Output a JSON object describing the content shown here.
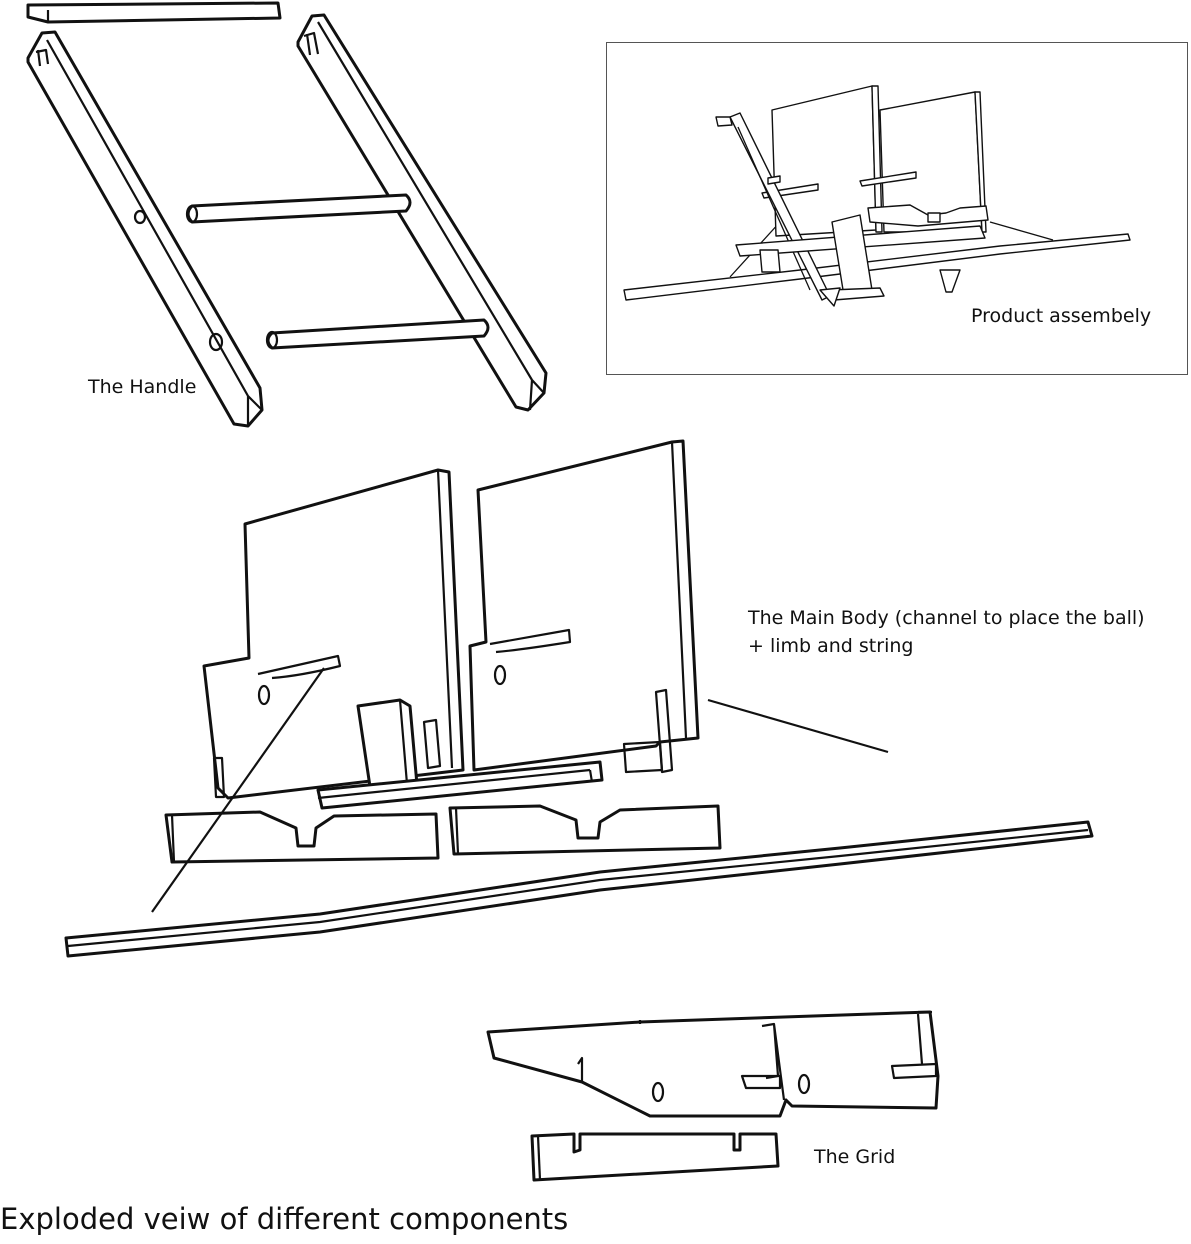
{
  "figure": {
    "caption": "Exploded veiw of different components",
    "components": [
      {
        "id": "handle",
        "label": "The Handle"
      },
      {
        "id": "main-body",
        "label_line1": "The Main Body (channel to place the ball)",
        "label_line2": "+ limb and string"
      },
      {
        "id": "grid",
        "label": "The Grid"
      }
    ],
    "inset": {
      "label": "Product assembely"
    }
  },
  "colors": {
    "stroke": "#111111",
    "frame": "#555555",
    "background": "#ffffff"
  }
}
